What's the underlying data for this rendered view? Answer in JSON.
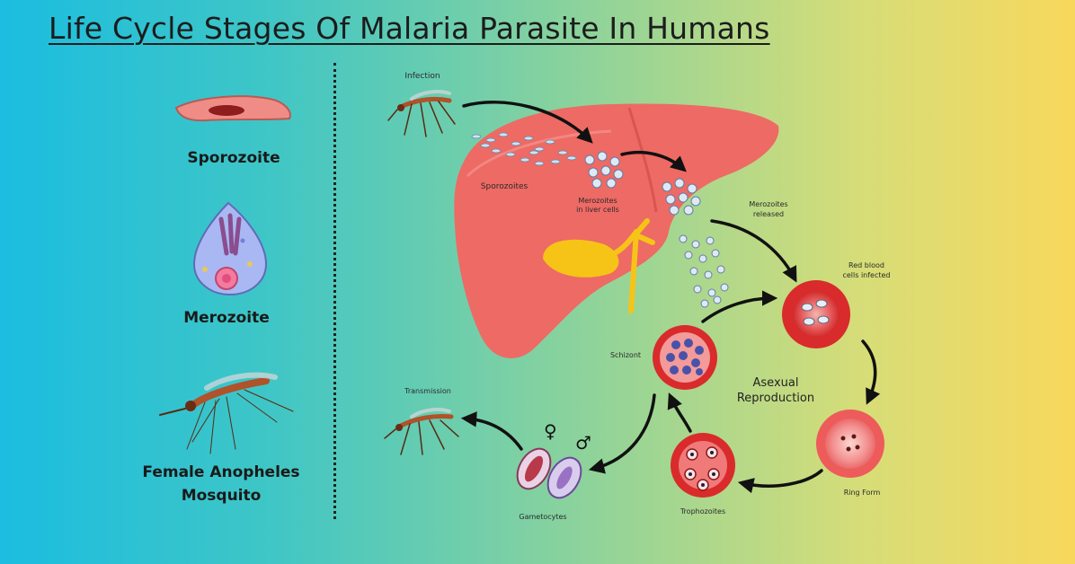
{
  "title": "Life Cycle Stages Of Malaria Parasite In Humans",
  "legend": {
    "sporozoite": "Sporozoite",
    "merozoite": "Merozoite",
    "mosquito_line1": "Female Anopheles",
    "mosquito_line2": "Mosquito"
  },
  "diagram": {
    "infection": "Infection",
    "sporozoites": "Sporozoites",
    "merozoites_liver_line1": "Merozoites",
    "merozoites_liver_line2": "in liver cells",
    "merozoites_released_line1": "Merozoites",
    "merozoites_released_line2": "released",
    "rbc_infected_line1": "Red blood",
    "rbc_infected_line2": "cells infected",
    "schizont": "Schizont",
    "asexual_line1": "Asexual",
    "asexual_line2": "Reproduction",
    "ring_form": "Ring Form",
    "trophozoites": "Trophozoites",
    "gametocytes": "Gametocytes",
    "transmission": "Transmission"
  },
  "colors": {
    "liver": "#ee6a64",
    "liver_dark": "#d9554f",
    "rbc": "#d92b2b",
    "gallbladder": "#f6c417",
    "arrow": "#111111"
  }
}
